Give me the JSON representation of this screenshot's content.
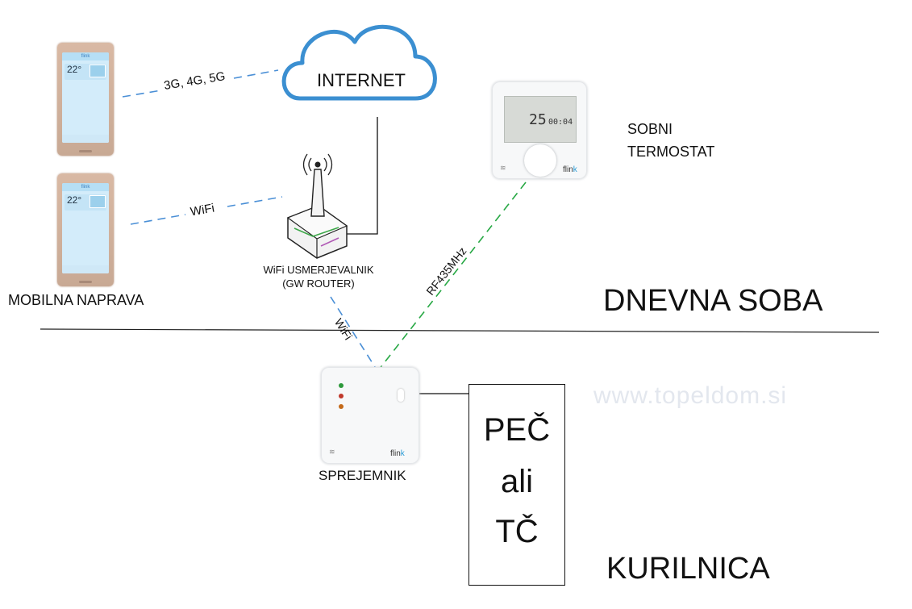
{
  "diagram": {
    "cloud_label": "INTERNET",
    "link_mobile_data": "3G, 4G, 5G",
    "link_wifi_phone": "WiFi",
    "link_wifi_receiver": "WiFi",
    "link_rf": "RF435MHz",
    "router_label_line1": "WiFi USMERJEVALNIK",
    "router_label_line2": "(GW ROUTER)",
    "mobile_label": "MOBILNA NAPRAVA",
    "thermostat_label_line1": "SOBNI",
    "thermostat_label_line2": "TERMOSTAT",
    "receiver_label": "SPREJEMNIK",
    "boiler_line1": "PEČ",
    "boiler_line2": "ali",
    "boiler_line3": "TČ",
    "room_label": "DNEVNA SOBA",
    "boiler_room_label": "KURILNICA",
    "watermark": "www.topeldom.si",
    "brand_prefix": "flin",
    "brand_suffix": "k",
    "phone_screen_temp": "22°",
    "thermostat_big_digits": "25",
    "thermostat_small_digits": "00:04"
  },
  "colors": {
    "cloud_stroke": "#3b8fd1",
    "wifi_dash": "#4a8fd6",
    "rf_dash": "#27a844",
    "lines": "#111111",
    "watermark": "#e3e7ee"
  },
  "icons": [
    "cloud-icon",
    "router-icon",
    "antenna-icon",
    "wifi-icon",
    "phone-icon",
    "thermostat-icon",
    "receiver-icon"
  ]
}
